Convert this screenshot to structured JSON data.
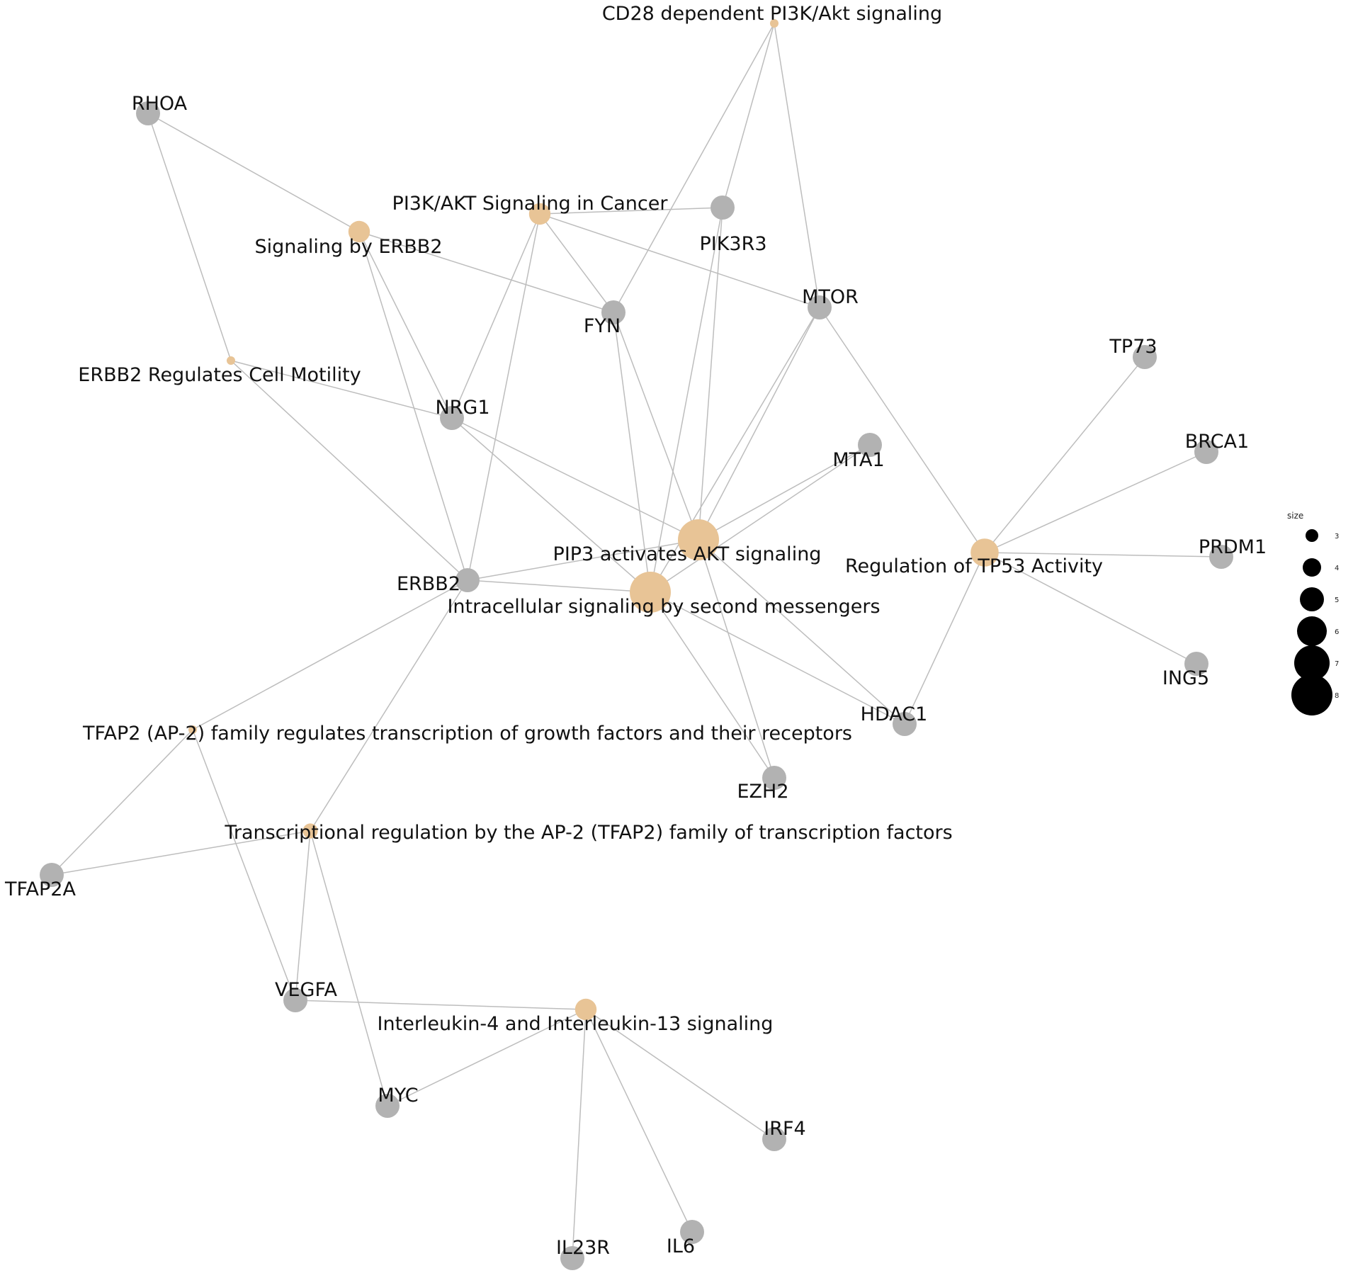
{
  "colors": {
    "pathway_node": "#e8c496",
    "gene_node": "#b2b2b2",
    "edge": "#bdbdbd",
    "legend_dot": "#000000"
  },
  "nodes": [
    {
      "id": "cd28",
      "label": "CD28 dependent PI3K/Akt signaling",
      "kind": "pathway",
      "size": 3
    },
    {
      "id": "pi3kakt_cancer",
      "label": "PI3K/AKT Signaling in Cancer",
      "kind": "pathway",
      "size": 5
    },
    {
      "id": "sig_erbb2",
      "label": "Signaling by ERBB2",
      "kind": "pathway",
      "size": 5
    },
    {
      "id": "erbb2_motility",
      "label": "ERBB2 Regulates Cell Motility",
      "kind": "pathway",
      "size": 3
    },
    {
      "id": "pip3_akt",
      "label": "PIP3 activates AKT signaling",
      "kind": "pathway",
      "size": 8
    },
    {
      "id": "second_messengers",
      "label": "Intracellular signaling by second messengers",
      "kind": "pathway",
      "size": 8
    },
    {
      "id": "tp53",
      "label": "Regulation of TP53 Activity",
      "kind": "pathway",
      "size": 6
    },
    {
      "id": "tfap2_growth",
      "label": "TFAP2 (AP-2) family regulates transcription of growth factors and their receptors",
      "kind": "pathway",
      "size": 3
    },
    {
      "id": "tfap2_transcription",
      "label": "Transcriptional regulation by the AP-2 (TFAP2) family of transcription factors",
      "kind": "pathway",
      "size": 4
    },
    {
      "id": "il4_il13",
      "label": "Interleukin-4 and Interleukin-13 signaling",
      "kind": "pathway",
      "size": 5
    },
    {
      "id": "RHOA",
      "label": "RHOA",
      "kind": "gene"
    },
    {
      "id": "PIK3R3",
      "label": "PIK3R3",
      "kind": "gene"
    },
    {
      "id": "MTOR",
      "label": "MTOR",
      "kind": "gene"
    },
    {
      "id": "FYN",
      "label": "FYN",
      "kind": "gene"
    },
    {
      "id": "NRG1",
      "label": "NRG1",
      "kind": "gene"
    },
    {
      "id": "MTA1",
      "label": "MTA1",
      "kind": "gene"
    },
    {
      "id": "TP73",
      "label": "TP73",
      "kind": "gene"
    },
    {
      "id": "BRCA1",
      "label": "BRCA1",
      "kind": "gene"
    },
    {
      "id": "PRDM1",
      "label": "PRDM1",
      "kind": "gene"
    },
    {
      "id": "ING5",
      "label": "ING5",
      "kind": "gene"
    },
    {
      "id": "ERBB2",
      "label": "ERBB2",
      "kind": "gene"
    },
    {
      "id": "HDAC1",
      "label": "HDAC1",
      "kind": "gene"
    },
    {
      "id": "EZH2",
      "label": "EZH2",
      "kind": "gene"
    },
    {
      "id": "TFAP2A",
      "label": "TFAP2A",
      "kind": "gene"
    },
    {
      "id": "VEGFA",
      "label": "VEGFA",
      "kind": "gene"
    },
    {
      "id": "MYC",
      "label": "MYC",
      "kind": "gene"
    },
    {
      "id": "IRF4",
      "label": "IRF4",
      "kind": "gene"
    },
    {
      "id": "IL23R",
      "label": "IL23R",
      "kind": "gene"
    },
    {
      "id": "IL6",
      "label": "IL6",
      "kind": "gene"
    }
  ],
  "edges": [
    [
      "cd28",
      "FYN"
    ],
    [
      "cd28",
      "PIK3R3"
    ],
    [
      "cd28",
      "MTOR"
    ],
    [
      "pi3kakt_cancer",
      "PIK3R3"
    ],
    [
      "pi3kakt_cancer",
      "MTOR"
    ],
    [
      "pi3kakt_cancer",
      "FYN"
    ],
    [
      "pi3kakt_cancer",
      "NRG1"
    ],
    [
      "pi3kakt_cancer",
      "ERBB2"
    ],
    [
      "sig_erbb2",
      "RHOA"
    ],
    [
      "sig_erbb2",
      "FYN"
    ],
    [
      "sig_erbb2",
      "NRG1"
    ],
    [
      "sig_erbb2",
      "ERBB2"
    ],
    [
      "erbb2_motility",
      "RHOA"
    ],
    [
      "erbb2_motility",
      "NRG1"
    ],
    [
      "erbb2_motility",
      "ERBB2"
    ],
    [
      "pip3_akt",
      "PIK3R3"
    ],
    [
      "pip3_akt",
      "MTOR"
    ],
    [
      "pip3_akt",
      "FYN"
    ],
    [
      "pip3_akt",
      "NRG1"
    ],
    [
      "pip3_akt",
      "MTA1"
    ],
    [
      "pip3_akt",
      "ERBB2"
    ],
    [
      "pip3_akt",
      "HDAC1"
    ],
    [
      "pip3_akt",
      "EZH2"
    ],
    [
      "second_messengers",
      "PIK3R3"
    ],
    [
      "second_messengers",
      "MTOR"
    ],
    [
      "second_messengers",
      "FYN"
    ],
    [
      "second_messengers",
      "NRG1"
    ],
    [
      "second_messengers",
      "MTA1"
    ],
    [
      "second_messengers",
      "ERBB2"
    ],
    [
      "second_messengers",
      "HDAC1"
    ],
    [
      "second_messengers",
      "EZH2"
    ],
    [
      "tp53",
      "MTOR"
    ],
    [
      "tp53",
      "TP73"
    ],
    [
      "tp53",
      "BRCA1"
    ],
    [
      "tp53",
      "PRDM1"
    ],
    [
      "tp53",
      "ING5"
    ],
    [
      "tp53",
      "HDAC1"
    ],
    [
      "tfap2_growth",
      "ERBB2"
    ],
    [
      "tfap2_growth",
      "TFAP2A"
    ],
    [
      "tfap2_growth",
      "VEGFA"
    ],
    [
      "tfap2_transcription",
      "ERBB2"
    ],
    [
      "tfap2_transcription",
      "TFAP2A"
    ],
    [
      "tfap2_transcription",
      "VEGFA"
    ],
    [
      "tfap2_transcription",
      "MYC"
    ],
    [
      "il4_il13",
      "VEGFA"
    ],
    [
      "il4_il13",
      "MYC"
    ],
    [
      "il4_il13",
      "IRF4"
    ],
    [
      "il4_il13",
      "IL23R"
    ],
    [
      "il4_il13",
      "IL6"
    ]
  ],
  "legend": {
    "title": "size",
    "entries": [
      {
        "label": "3",
        "size": 3
      },
      {
        "label": "4",
        "size": 4
      },
      {
        "label": "5",
        "size": 5
      },
      {
        "label": "6",
        "size": 6
      },
      {
        "label": "7",
        "size": 7
      },
      {
        "label": "8",
        "size": 8
      }
    ]
  }
}
